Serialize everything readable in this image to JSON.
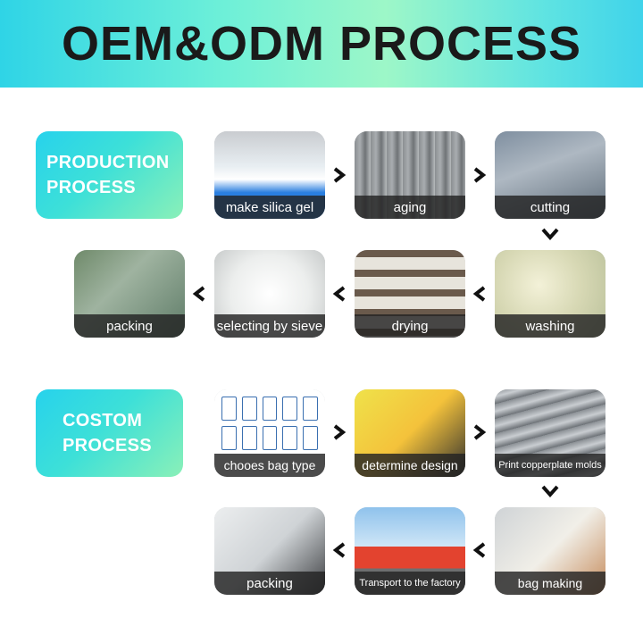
{
  "header": {
    "title": "OEM&ODM PROCESS"
  },
  "sections": {
    "production": {
      "label": "PRODUCTION\nPROCESS"
    },
    "custom": {
      "label": "COSTOM\nPROCESS"
    }
  },
  "production_steps": [
    {
      "label": "make silica gel"
    },
    {
      "label": "aging"
    },
    {
      "label": "cutting"
    },
    {
      "label": "washing"
    },
    {
      "label": "drying"
    },
    {
      "label": "selecting by sieve"
    },
    {
      "label": "packing"
    }
  ],
  "custom_steps": [
    {
      "label": "chooes bag type"
    },
    {
      "label": "determine design"
    },
    {
      "label": "Print copperplate molds"
    },
    {
      "label": "bag making"
    },
    {
      "label": "Transport to the factory"
    },
    {
      "label": "packing"
    }
  ],
  "colors": {
    "accent_cyan": "#27d2ec",
    "accent_green": "#8af0b8",
    "caption_bg": "#232323"
  }
}
